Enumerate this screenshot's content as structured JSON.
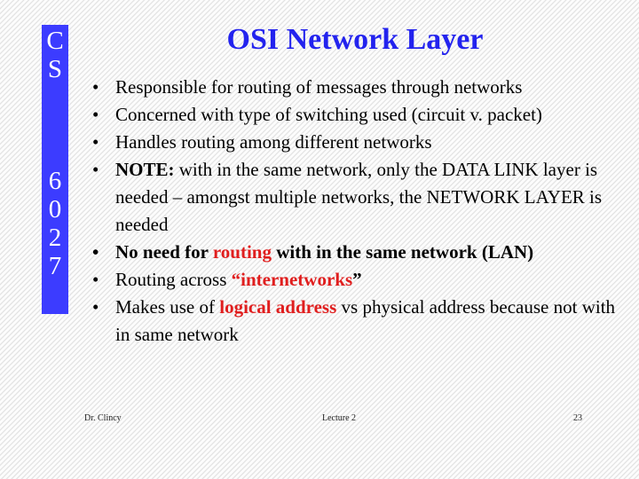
{
  "sidebar": {
    "code_top": [
      "C",
      "S"
    ],
    "code_bottom": [
      "6",
      "0",
      "2",
      "7"
    ],
    "color": "#3c3cff"
  },
  "slide": {
    "title": "OSI Network Layer",
    "title_color": "#2323ee",
    "highlight_color": "#e01e1e",
    "bullets": [
      {
        "text": "Responsible for routing of messages through networks"
      },
      {
        "text": "Concerned with type of switching used (circuit v. packet)"
      },
      {
        "text": "Handles routing among different networks"
      },
      {
        "bold_prefix": "NOTE:",
        "text": " with in the same network, only the DATA LINK layer is needed – amongst multiple networks, the NETWORK LAYER is needed"
      },
      {
        "part1": "No need for ",
        "highlight": "routing",
        "part2": " with in the same network (LAN)"
      },
      {
        "part1": "Routing across ",
        "highlight": "“internetworks",
        "part2": "”"
      },
      {
        "part1": "Makes use of ",
        "highlight": "logical address",
        "part2": " vs physical address because not with in same network"
      }
    ]
  },
  "footer": {
    "author": "Dr. Clincy",
    "lecture": "Lecture 2",
    "page": "23"
  }
}
